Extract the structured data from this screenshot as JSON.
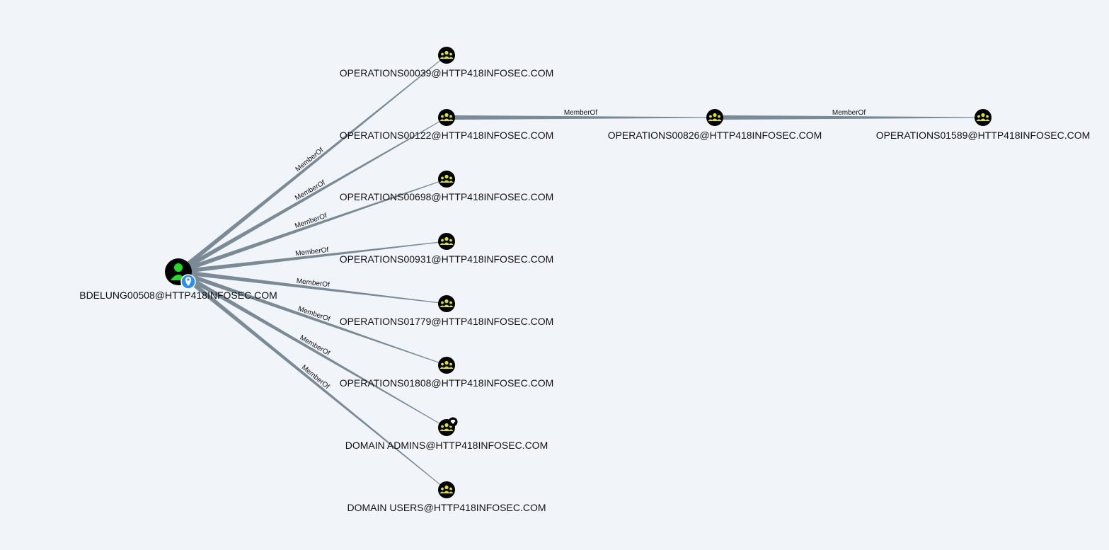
{
  "graph": {
    "background": "#f1f5f9",
    "edge_color": "#7a8a96",
    "group_icon_color": "#dfe31a",
    "user_icon_color": "#22dd22",
    "start_badge_color": "#2b8ff0",
    "edge_label": "MemberOf",
    "nodes": [
      {
        "id": "user",
        "kind": "user",
        "label": "BDELUNG00508@HTTP418INFOSEC.COM",
        "icon": "user-icon",
        "badge": "location-pin-icon"
      },
      {
        "id": "g039",
        "kind": "group",
        "label": "OPERATIONS00039@HTTP418INFOSEC.COM",
        "icon": "group-icon"
      },
      {
        "id": "g122",
        "kind": "group",
        "label": "OPERATIONS00122@HTTP418INFOSEC.COM",
        "icon": "group-icon"
      },
      {
        "id": "g826",
        "kind": "group",
        "label": "OPERATIONS00826@HTTP418INFOSEC.COM",
        "icon": "group-icon"
      },
      {
        "id": "g1589",
        "kind": "group",
        "label": "OPERATIONS01589@HTTP418INFOSEC.COM",
        "icon": "group-icon"
      },
      {
        "id": "g698",
        "kind": "group",
        "label": "OPERATIONS00698@HTTP418INFOSEC.COM",
        "icon": "group-icon"
      },
      {
        "id": "g931",
        "kind": "group",
        "label": "OPERATIONS00931@HTTP418INFOSEC.COM",
        "icon": "group-icon"
      },
      {
        "id": "g1779",
        "kind": "group",
        "label": "OPERATIONS01779@HTTP418INFOSEC.COM",
        "icon": "group-icon"
      },
      {
        "id": "g1808",
        "kind": "group",
        "label": "OPERATIONS01808@HTTP418INFOSEC.COM",
        "icon": "group-icon"
      },
      {
        "id": "gda",
        "kind": "group",
        "label": "DOMAIN ADMINS@HTTP418INFOSEC.COM",
        "icon": "group-icon",
        "badge": "gem-icon"
      },
      {
        "id": "gdu",
        "kind": "group",
        "label": "DOMAIN USERS@HTTP418INFOSEC.COM",
        "icon": "group-icon"
      }
    ],
    "edges": [
      {
        "from": "user",
        "to": "g039",
        "label": "MemberOf"
      },
      {
        "from": "user",
        "to": "g122",
        "label": "MemberOf"
      },
      {
        "from": "user",
        "to": "g698",
        "label": "MemberOf"
      },
      {
        "from": "user",
        "to": "g931",
        "label": "MemberOf"
      },
      {
        "from": "user",
        "to": "g1779",
        "label": "MemberOf"
      },
      {
        "from": "user",
        "to": "g1808",
        "label": "MemberOf"
      },
      {
        "from": "user",
        "to": "gda",
        "label": "MemberOf"
      },
      {
        "from": "user",
        "to": "gdu",
        "label": "MemberOf"
      },
      {
        "from": "g122",
        "to": "g826",
        "label": "MemberOf"
      },
      {
        "from": "g826",
        "to": "g1589",
        "label": "MemberOf"
      }
    ]
  }
}
